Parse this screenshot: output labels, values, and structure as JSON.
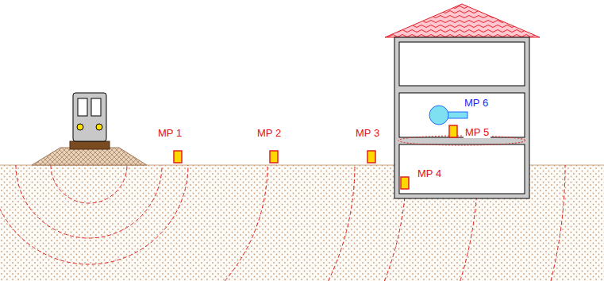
{
  "diagram": {
    "labels": [
      "MP 1",
      "MP 2",
      "MP 3",
      "MP 4",
      "MP 5",
      "MP 6"
    ]
  }
}
